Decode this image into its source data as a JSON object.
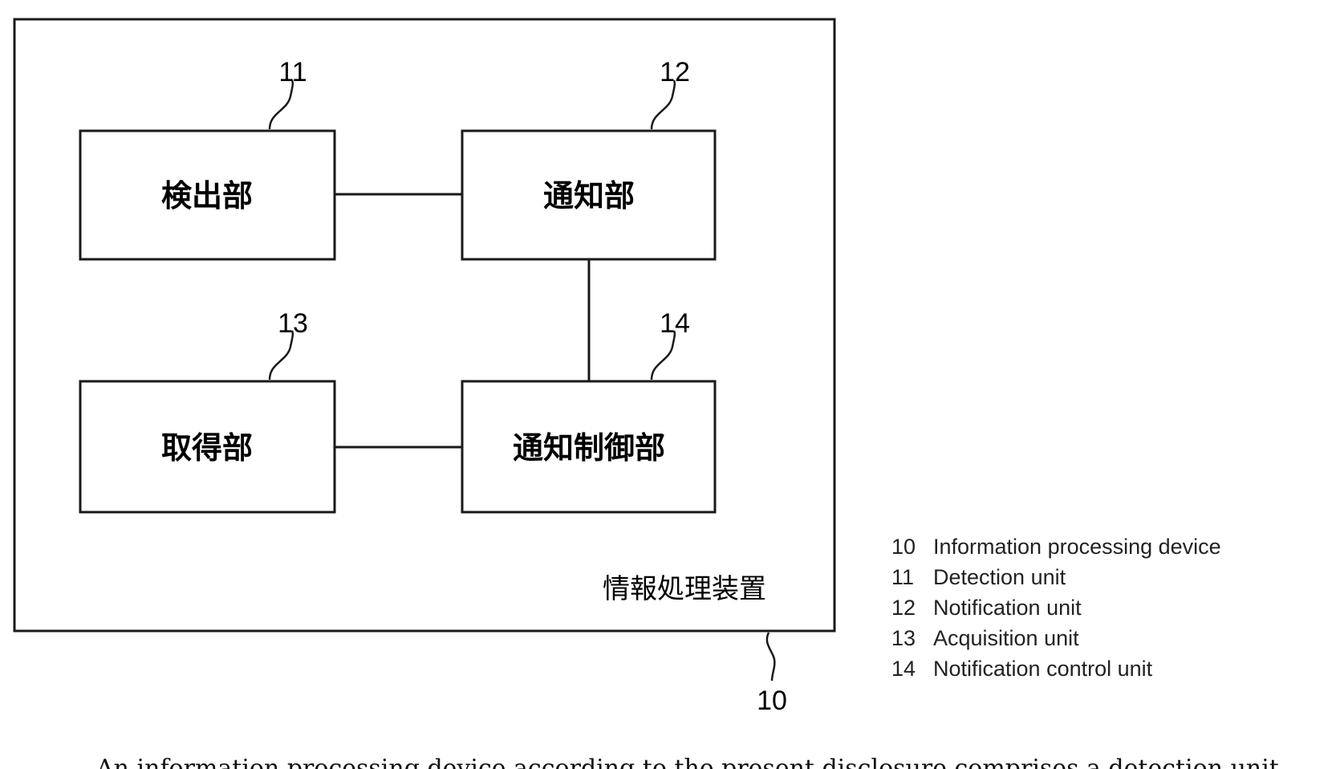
{
  "diagram": {
    "device": {
      "ref": "10",
      "label": "情報処理装置"
    },
    "units": [
      {
        "id": "detection",
        "ref": "11",
        "label": "検出部"
      },
      {
        "id": "notification",
        "ref": "12",
        "label": "通知部"
      },
      {
        "id": "acquisition",
        "ref": "13",
        "label": "取得部"
      },
      {
        "id": "notification-control",
        "ref": "14",
        "label": "通知制御部"
      }
    ],
    "connections": [
      {
        "from": "detection",
        "to": "notification"
      },
      {
        "from": "notification",
        "to": "notification-control"
      },
      {
        "from": "acquisition",
        "to": "notification-control"
      }
    ]
  },
  "legend": [
    {
      "num": "10",
      "text": "Information processing device"
    },
    {
      "num": "11",
      "text": "Detection unit"
    },
    {
      "num": "12",
      "text": "Notification unit"
    },
    {
      "num": "13",
      "text": "Acquisition unit"
    },
    {
      "num": "14",
      "text": "Notification control unit"
    }
  ],
  "caption": "An information processing device according to the present disclosure comprises a detection unit"
}
